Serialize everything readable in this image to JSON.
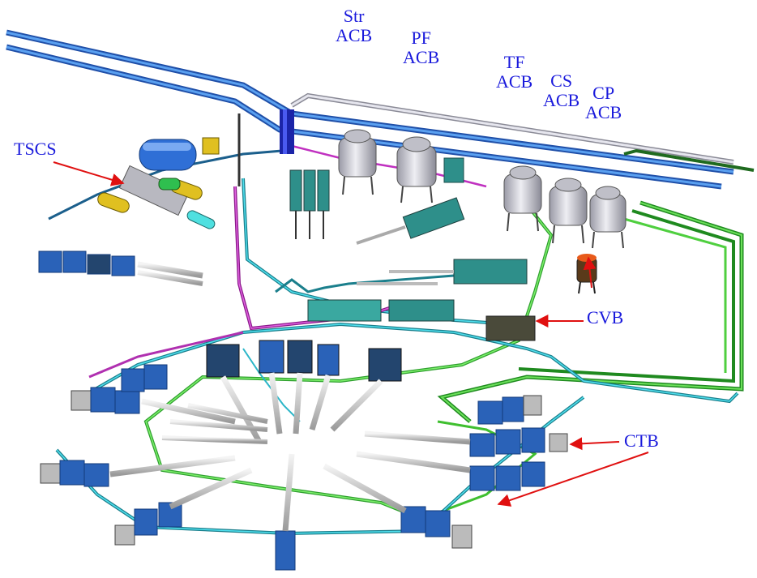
{
  "labels": {
    "str_acb": [
      "Str",
      "ACB"
    ],
    "pf_acb": [
      "PF",
      "ACB"
    ],
    "tf_acb": [
      "TF",
      "ACB"
    ],
    "cs_acb": [
      "CS",
      "ACB"
    ],
    "cp_acb": [
      "CP",
      "ACB"
    ],
    "tscs": "TSCS",
    "cvb": "CVB",
    "ctb": "CTB"
  },
  "colors": {
    "label_text": "#1a1adc",
    "arrow": "#e01010",
    "header_pipe": "#2f6fd6",
    "return_pipe": "#c0c0c8",
    "green_line": "#3fbf2f",
    "dark_green_line": "#1f6a1f",
    "cyan_line": "#2bb6c8",
    "magenta_line": "#c030c0",
    "box_blue": "#2a62b8",
    "box_dark": "#23456e",
    "tank_gray": "#c8c8d0",
    "teal_box": "#2e8f8a"
  }
}
